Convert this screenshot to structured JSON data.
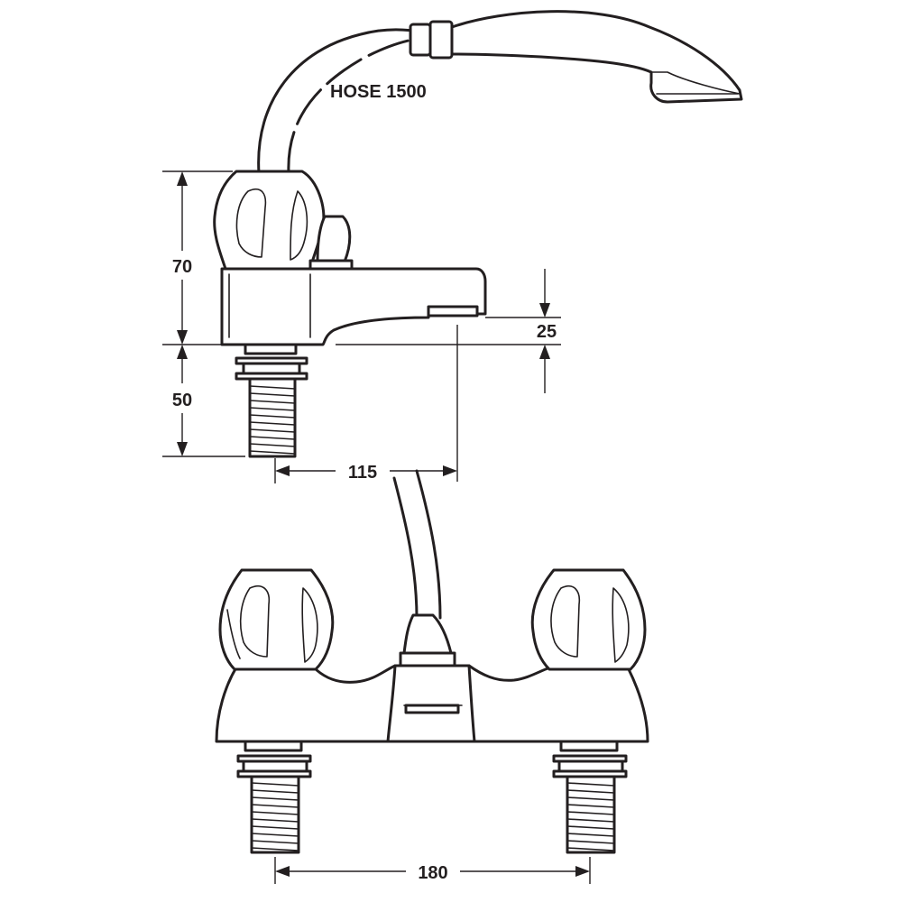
{
  "labels": {
    "hose": "HOSE 1500",
    "height_top": "70",
    "height_bottom": "50",
    "spout_drop": "25",
    "spout_reach": "115",
    "tap_centres": "180"
  }
}
